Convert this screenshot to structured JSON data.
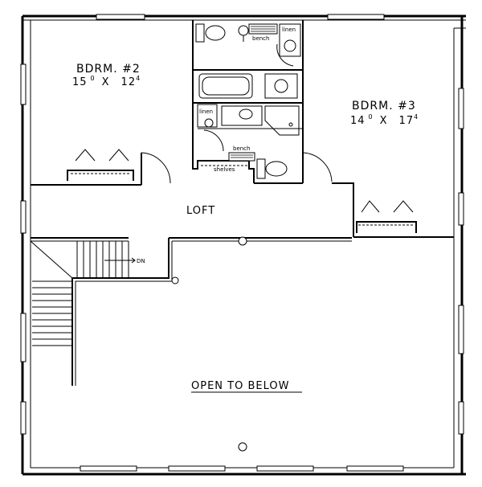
{
  "rooms": {
    "bedroom2": {
      "name": "BDRM. #2",
      "dim_w_ft": "15",
      "dim_w_in": "0",
      "dim_sep": "X",
      "dim_h_ft": "12",
      "dim_h_in": "4"
    },
    "bedroom3": {
      "name": "BDRM. #3",
      "dim_w_ft": "14",
      "dim_w_in": "0",
      "dim_sep": "X",
      "dim_h_ft": "17",
      "dim_h_in": "4"
    },
    "loft": {
      "name": "LOFT"
    },
    "open_to_below": {
      "name": "OPEN TO BELOW"
    }
  },
  "fixtures": {
    "linen_top": "linen",
    "linen_mid": "linen",
    "bench_top": "bench",
    "bench_mid": "bench",
    "shelves": "shelves",
    "stair_direction": "DN"
  }
}
